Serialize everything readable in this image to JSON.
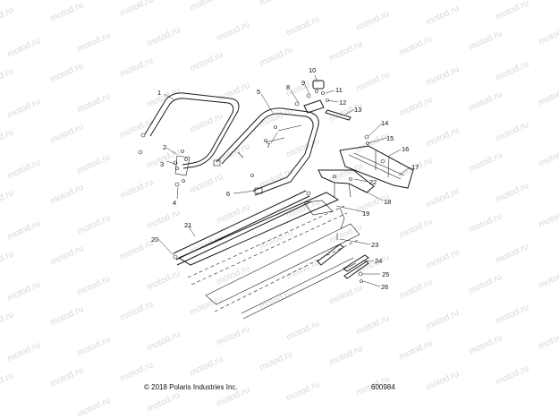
{
  "watermark": {
    "text": "motod.ru"
  },
  "diagram": {
    "callouts": [
      "1",
      "2",
      "3",
      "4",
      "5",
      "6",
      "7",
      "8",
      "9",
      "10",
      "11",
      "12",
      "13",
      "14",
      "15",
      "16",
      "17",
      "18",
      "19",
      "20",
      "21",
      "22",
      "23",
      "24",
      "25",
      "26"
    ]
  },
  "footer": {
    "copyright": "© 2018 Polaris Industries Inc.",
    "figure_number": "600984"
  }
}
